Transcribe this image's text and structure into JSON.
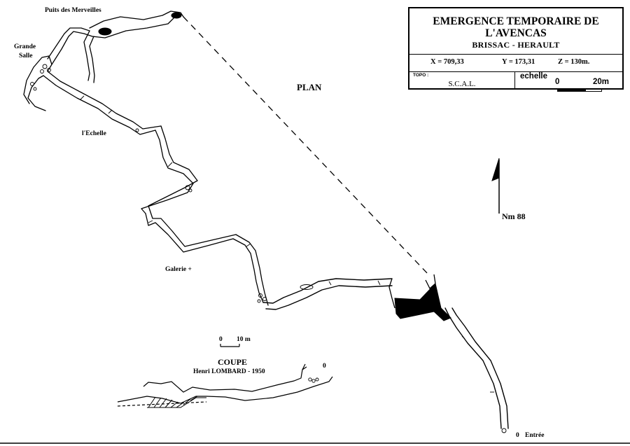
{
  "title_block": {
    "title_line1": "EMERGENCE TEMPORAIRE DE",
    "title_line2": "L'AVENCAS",
    "subtitle": "BRISSAC - HERAULT",
    "x": "X  =  709,33",
    "y": "Y  =  173,31",
    "z": "Z  =  130m.",
    "topo_label": "TOPO :",
    "topo_value": "S.C.A.L.",
    "scale_label": "echelle",
    "scale_zero": "0",
    "scale_max": "20m"
  },
  "labels": {
    "plan": "PLAN",
    "puits": "Puits des Merveilles",
    "grande_salle_line1": "Grande",
    "grande_salle_line2": "Salle",
    "echelle": "l'Echelle",
    "galerie": "Galerie +",
    "north": "Nm 88",
    "entree_zero": "0",
    "entree": "Entrée",
    "coupe_scale_zero": "0",
    "coupe_scale_max": "10 m",
    "coupe_title": "COUPE",
    "coupe_author": "Henri LOMBARD - 1950",
    "coupe_zero": "0"
  },
  "colors": {
    "ink": "#000000",
    "paper": "#ffffff"
  }
}
